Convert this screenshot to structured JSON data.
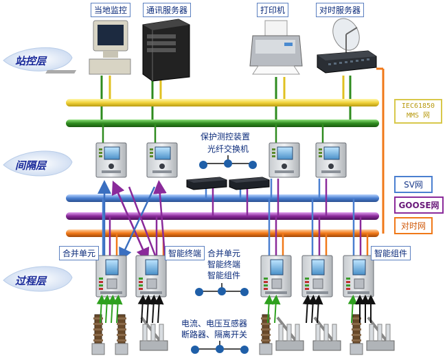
{
  "layers": {
    "station": "站控层",
    "bay": "间隔层",
    "process": "过程层"
  },
  "devices": {
    "local_monitor": "当地监控",
    "comm_server": "通讯服务器",
    "printer": "打印机",
    "time_server": "对时服务器"
  },
  "networks": {
    "mms_line1": "IEC61850",
    "mms_line2": "MMS 网",
    "sv": "SV网",
    "goose": "GOOSE网",
    "timing": "对时网"
  },
  "bay": {
    "protection_label": "保护测控装置",
    "switch_label": "光纤交换机"
  },
  "process": {
    "merging_unit": "合并单元",
    "smart_terminal": "智能终端",
    "center_line1": "合并单元",
    "center_line2": "智能终端",
    "center_line3": "智能组件",
    "smart_component": "智能组件",
    "primary_line1": "电流、电压互感器",
    "primary_line2": "断路器、隔离开关"
  },
  "colors": {
    "mms_yellow": "#f0d23a",
    "mms_green": "#2e8b1e",
    "sv_blue": "#4a7fd0",
    "goose_purple": "#8a2a9a",
    "timing_orange": "#f07818",
    "layer_text": "#1a2a9a"
  }
}
